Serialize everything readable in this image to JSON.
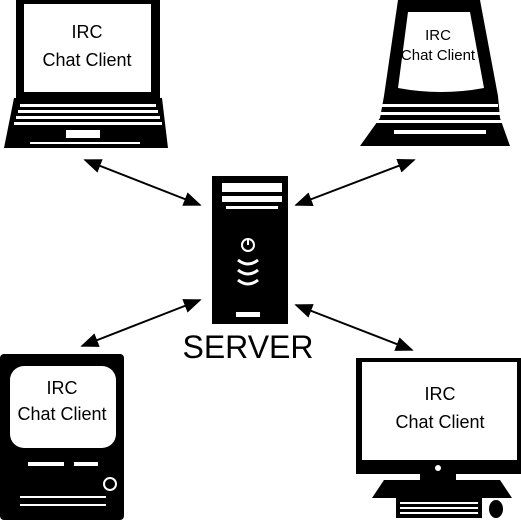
{
  "server": {
    "label": "SERVER"
  },
  "clients": [
    {
      "line1": "IRC",
      "line2": "Chat Client"
    },
    {
      "line1": "IRC",
      "line2": "Chat Client"
    },
    {
      "line1": "IRC",
      "line2": "Chat Client"
    },
    {
      "line1": "IRC",
      "line2": "Chat Client"
    }
  ],
  "colors": {
    "stroke": "#000000",
    "background": "#ffffff"
  }
}
